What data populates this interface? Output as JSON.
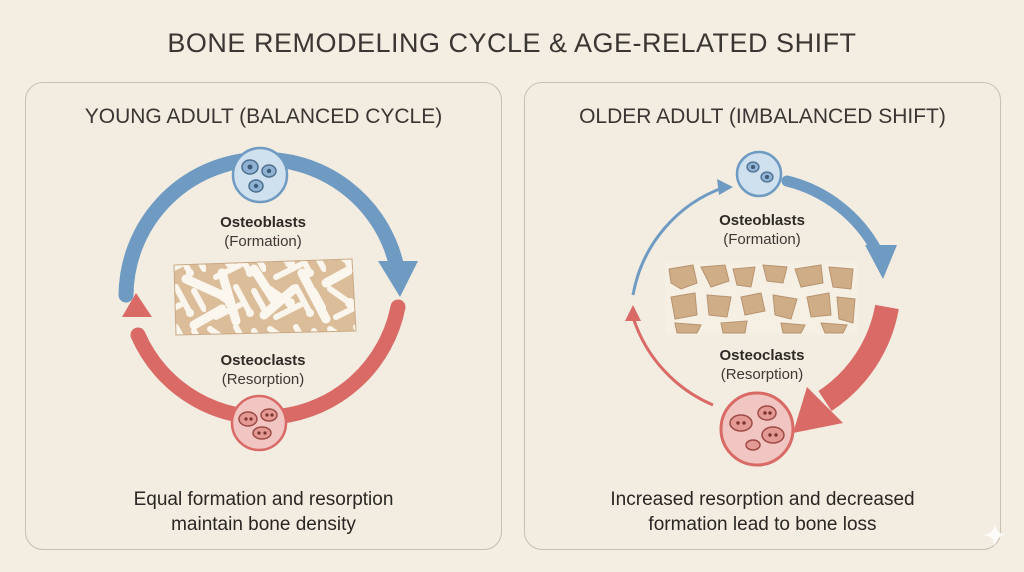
{
  "title": "BONE REMODELING CYCLE & AGE-RELATED SHIFT",
  "panels": {
    "left": {
      "title": "YOUNG ADULT (BALANCED CYCLE)",
      "osteoblasts": "Osteoblasts",
      "formation": "(Formation)",
      "osteoclasts": "Osteoclasts",
      "resorption": "(Resorption)",
      "caption_line1": "Equal formation and resorption",
      "caption_line2": "maintain bone density"
    },
    "right": {
      "title": "OLDER ADULT (IMBALANCED SHIFT)",
      "osteoblasts": "Osteoblasts",
      "formation": "(Formation)",
      "osteoclasts": "Osteoclasts",
      "resorption": "(Resorption)",
      "caption_line1": "Increased resorption and decreased",
      "caption_line2": "formation lead to bone loss"
    }
  },
  "colors": {
    "formation_arrow": "#6f9bc3",
    "resorption_arrow": "#d96a66",
    "bone_tan": "#d8b894",
    "bone_white": "#f8f4ec"
  }
}
